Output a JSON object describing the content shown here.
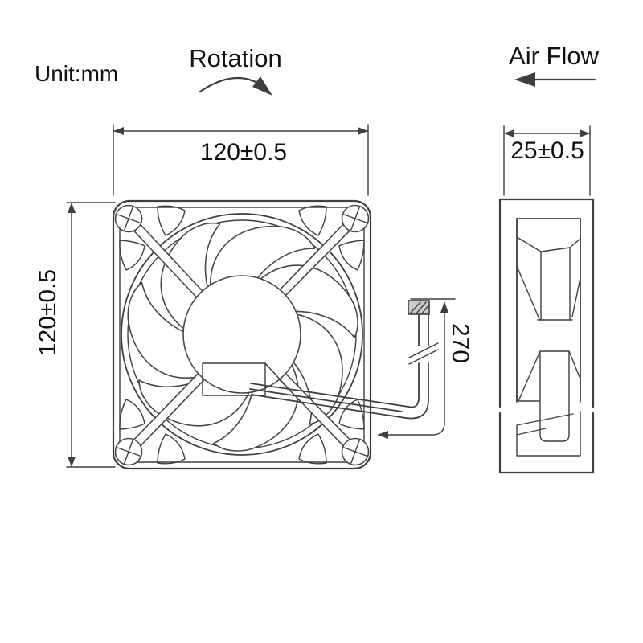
{
  "colors": {
    "background": "#ffffff",
    "line": "#3f3f3f",
    "text": "#111111",
    "connector_fill": "#c9c9c9"
  },
  "labels": {
    "unit": "Unit:mm",
    "rotation": "Rotation",
    "air_flow": "Air Flow"
  },
  "dimensions": {
    "front_width": "120±0.5",
    "front_height": "120±0.5",
    "side_depth": "25±0.5",
    "wire_length": "270"
  }
}
